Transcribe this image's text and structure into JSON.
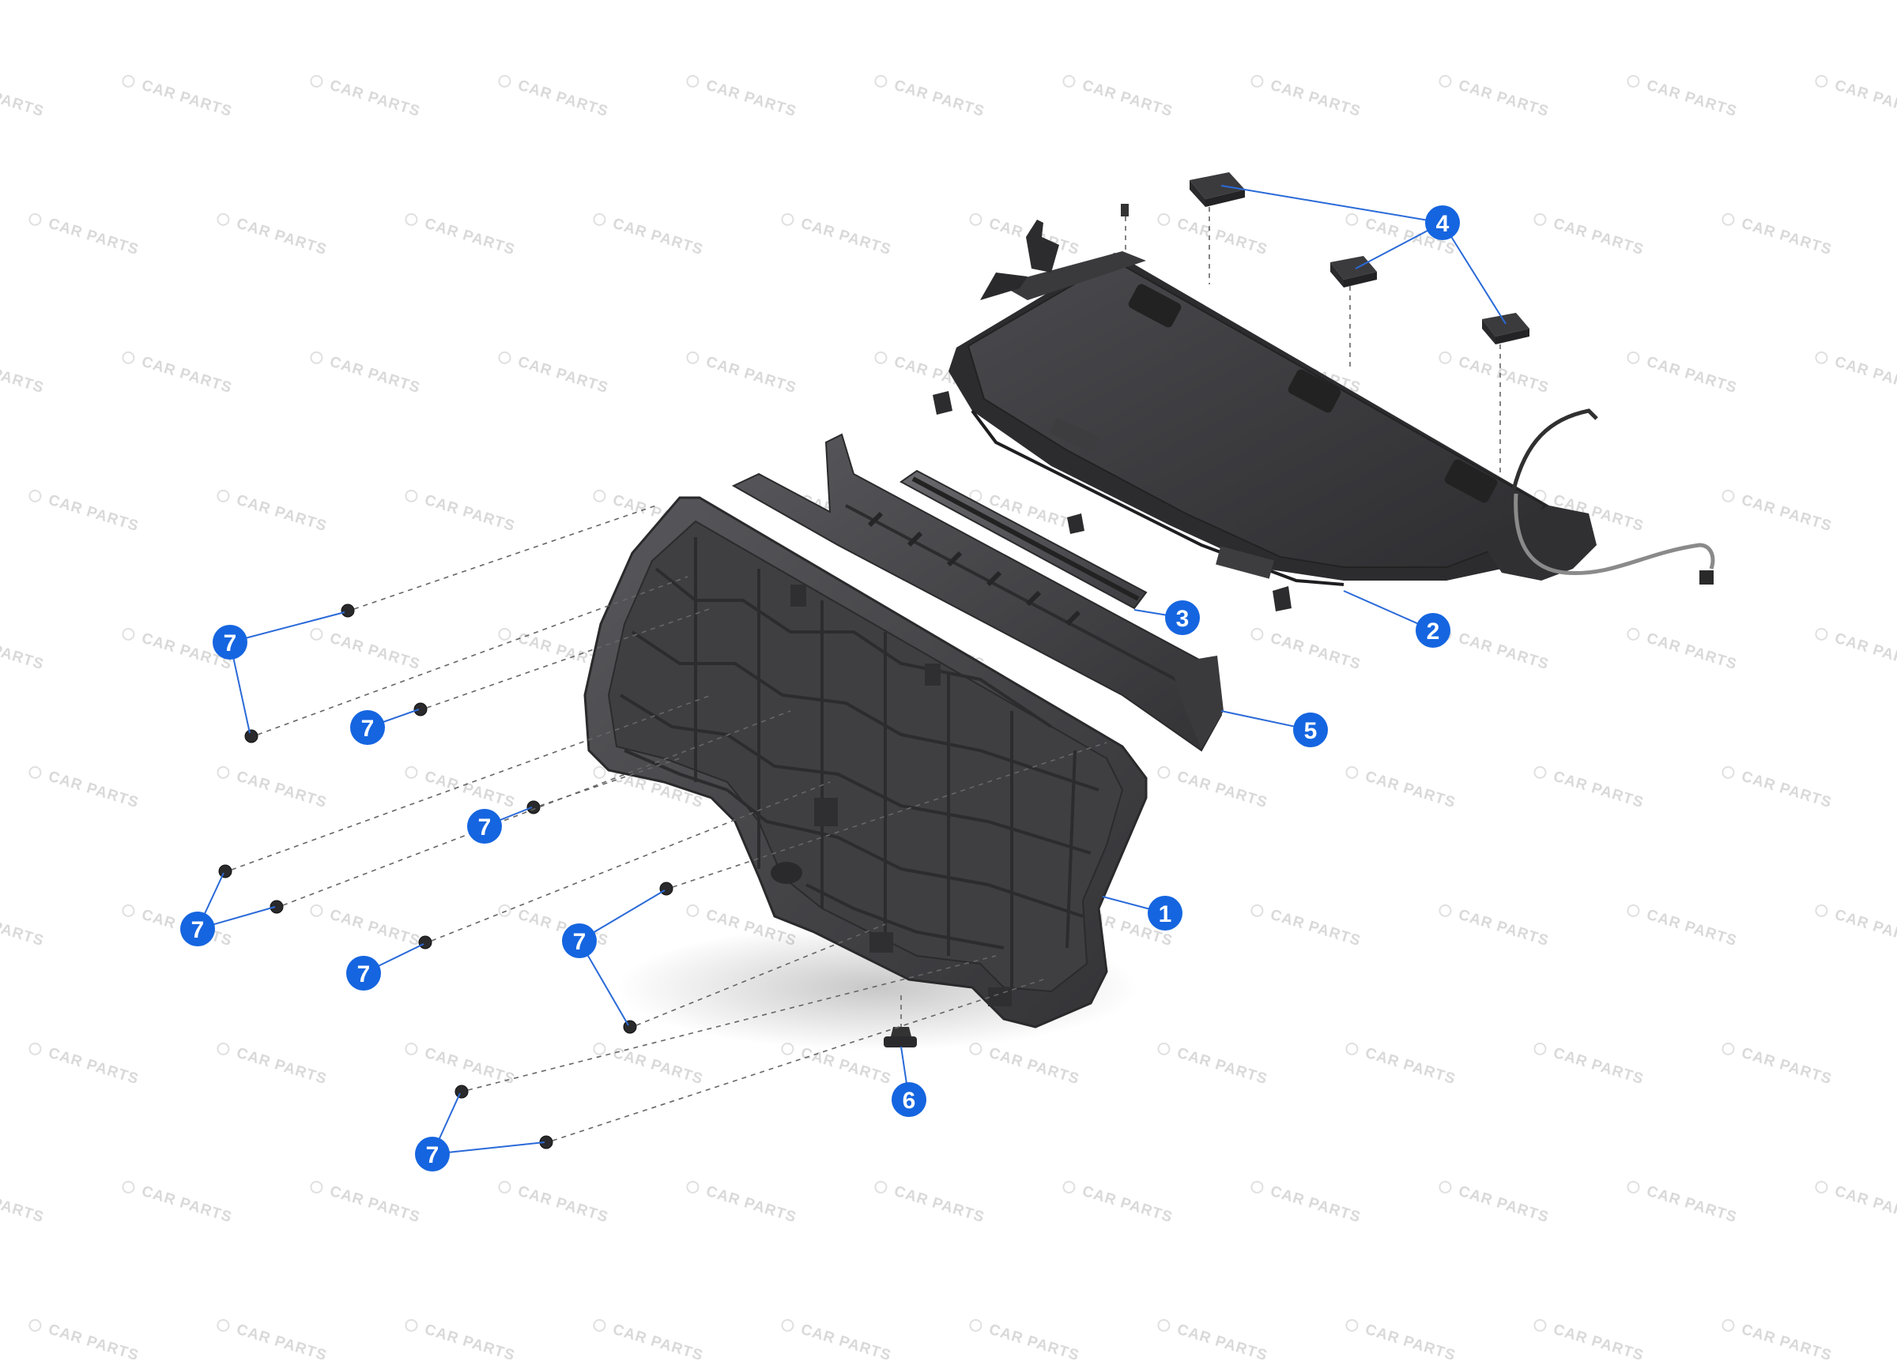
{
  "watermark_text": "CAR PARTS",
  "callouts": {
    "c1": "1",
    "c2": "2",
    "c3": "3",
    "c4": "4",
    "c5": "5",
    "c6": "6",
    "c7": "7"
  },
  "colors": {
    "callout_fill": "#1565e0",
    "leader_line": "#2a6ad8",
    "part_dark": "#3a3a3c",
    "part_mid": "#4a4a4d",
    "part_light": "#5c5c60",
    "dashed_line": "#666666",
    "watermark": "#d9d9d9"
  }
}
